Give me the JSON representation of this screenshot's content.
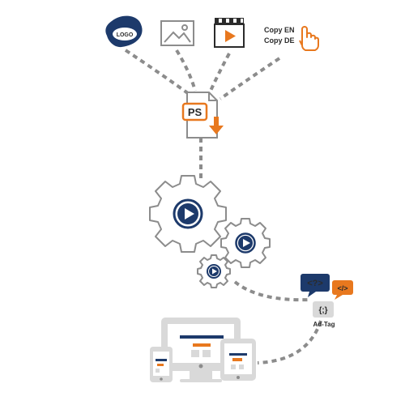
{
  "inputs": {
    "logo_text": "LOGO",
    "copy_en": "Copy EN",
    "copy_de": "Copy DE"
  },
  "psd": {
    "label": "PS"
  },
  "output": {
    "tag_html": "<?>",
    "tag_code": "</>",
    "tag_js": "{;}",
    "adtag_label": "Ad-Tag"
  },
  "colors": {
    "navy": "#1d3a6b",
    "orange": "#e8781e",
    "gray": "#8c8c8c",
    "dark": "#2b2b2b",
    "light_gray": "#d9d9d9"
  }
}
